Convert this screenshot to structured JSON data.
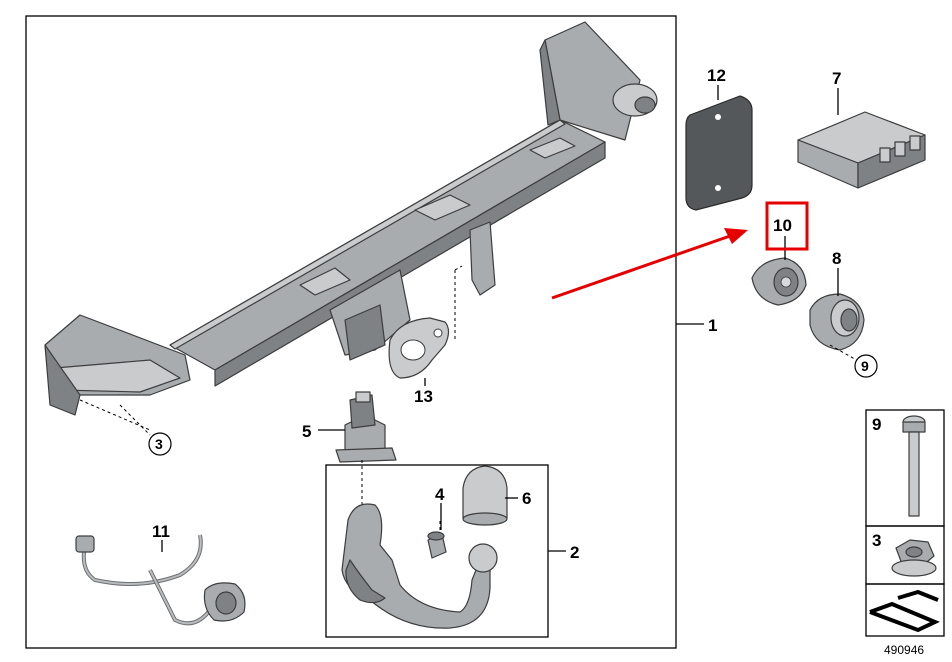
{
  "labels": {
    "l1": "1",
    "l2": "2",
    "l3a": "3",
    "l4": "4",
    "l5": "5",
    "l6": "6",
    "l7": "7",
    "l8": "8",
    "l9a": "9",
    "l10": "10",
    "l11": "11",
    "l12": "12",
    "l13": "13",
    "legend_9": "9",
    "legend_3": "3"
  },
  "diagram_ref": "490946",
  "colors": {
    "highlight": "#e60000",
    "part_gray": "#a9acaf",
    "gasket": "#55585b"
  }
}
